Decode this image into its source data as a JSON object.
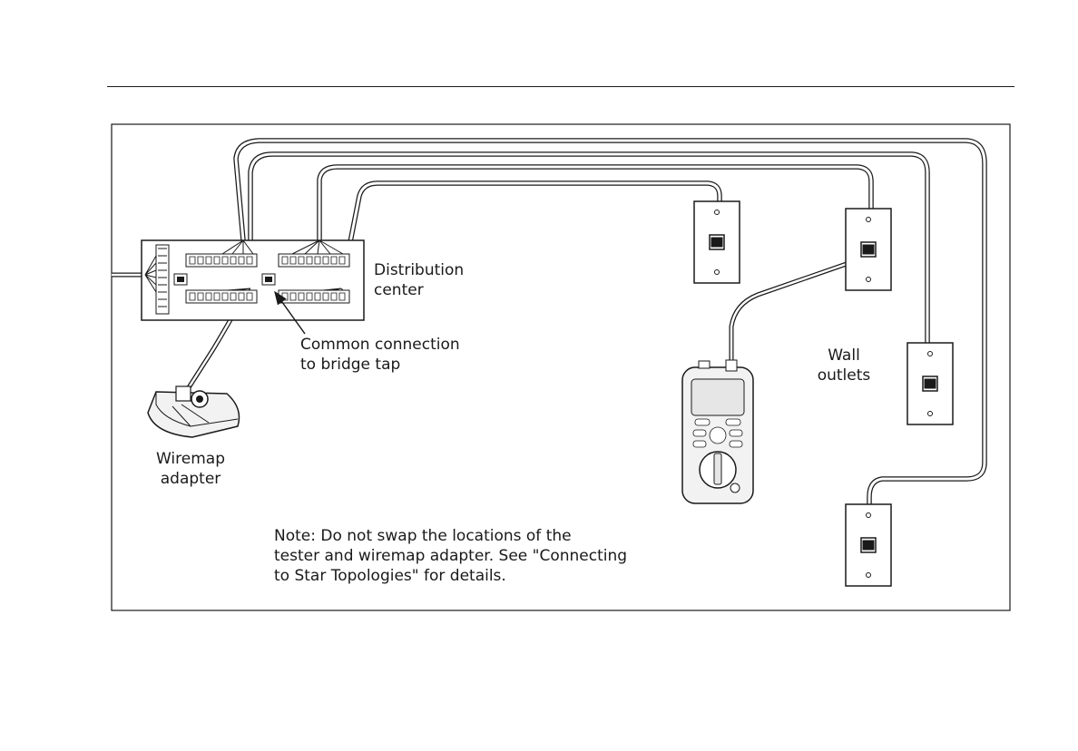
{
  "labels": {
    "distribution_center": [
      "Distribution",
      "center"
    ],
    "common_connection": [
      "Common connection",
      "to bridge tap"
    ],
    "wall_outlets": [
      "Wall",
      "outlets"
    ],
    "wiremap_adapter": [
      "Wiremap",
      "adapter"
    ],
    "note": [
      "Note: Do not swap the locations of the",
      "tester and wiremap adapter. See \"Connecting",
      "to Star Topologies\" for details."
    ]
  },
  "colors": {
    "line": "#1a1a1a",
    "panel_fill": "#ffffff",
    "device_fill": "#f2f2f2"
  }
}
